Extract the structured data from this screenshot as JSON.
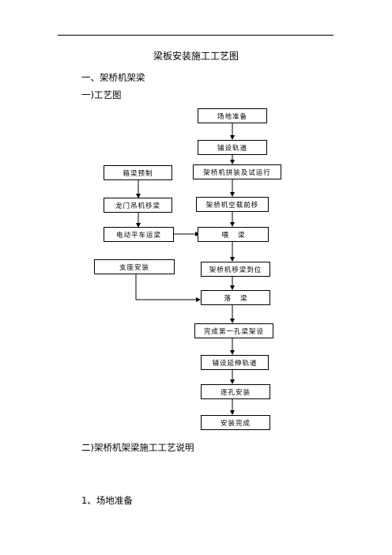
{
  "document": {
    "title": "梁板安装施工工艺图",
    "section1": "一、架桥机架梁",
    "subsection1": "一)工艺图",
    "subsection2": "二)架桥机架梁施工工艺说明",
    "item1": "1、场地准备"
  },
  "flowchart": {
    "main_steps": [
      "场地准备",
      "铺设轨道",
      "架桥机拼装及试运行",
      "架桥机空载前移",
      "喂梁",
      "架桥机移梁到位",
      "落梁",
      "完成第一孔梁架设",
      "铺设延伸轨道",
      "逐孔安装",
      "安装完成"
    ],
    "side_steps": [
      "箱梁预制",
      "龙门吊机移梁",
      "电动平车运梁",
      "支座安装"
    ]
  }
}
